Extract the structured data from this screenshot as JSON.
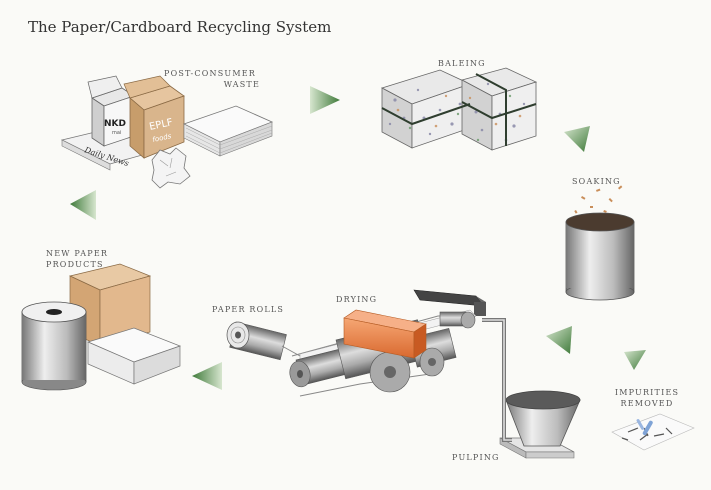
{
  "title": "The Paper/Cardboard Recycling System",
  "stages": {
    "post_consumer_waste": [
      "POST-CONSUMER",
      "WASTE"
    ],
    "baleing": "BALEING",
    "soaking": "SOAKING",
    "impurities_removed": [
      "IMPURITIES",
      "REMOVED"
    ],
    "pulping": "PULPING",
    "drying": "DRYING",
    "paper_rolls": "PAPER ROLLS",
    "new_paper_products": [
      "NEW PAPER",
      "PRODUCTS"
    ]
  },
  "box_labels": {
    "nkd": "NKD",
    "nkd_sub": "mai",
    "eplf": "EPLF",
    "eplf_sub": "foods",
    "newspaper": "Daily News"
  },
  "colors": {
    "arrow_green": "#3f7a3a",
    "arrow_light": "#d7e6cf",
    "dryer_orange": "#ef8a4e",
    "cardboard": "#d9b58c"
  }
}
